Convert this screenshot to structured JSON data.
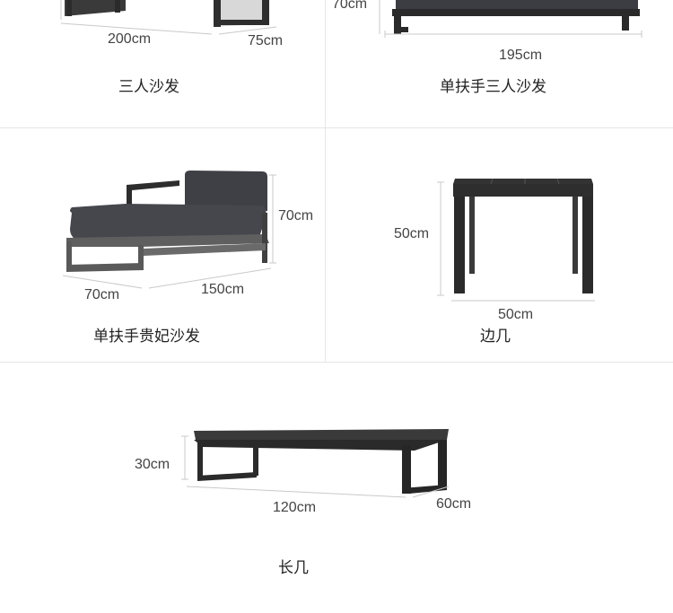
{
  "products": [
    {
      "name": "三人沙发",
      "dims": {
        "width": "200cm",
        "depth": "75cm"
      }
    },
    {
      "name": "单扶手三人沙发",
      "dims": {
        "height": "70cm",
        "width": "195cm"
      }
    },
    {
      "name": "单扶手贵妃沙发",
      "dims": {
        "height": "70cm",
        "depth": "70cm",
        "width": "150cm"
      }
    },
    {
      "name": "边几",
      "dims": {
        "height": "50cm",
        "width": "50cm"
      }
    },
    {
      "name": "长几",
      "dims": {
        "height": "30cm",
        "width": "120cm",
        "depth": "60cm"
      }
    }
  ]
}
